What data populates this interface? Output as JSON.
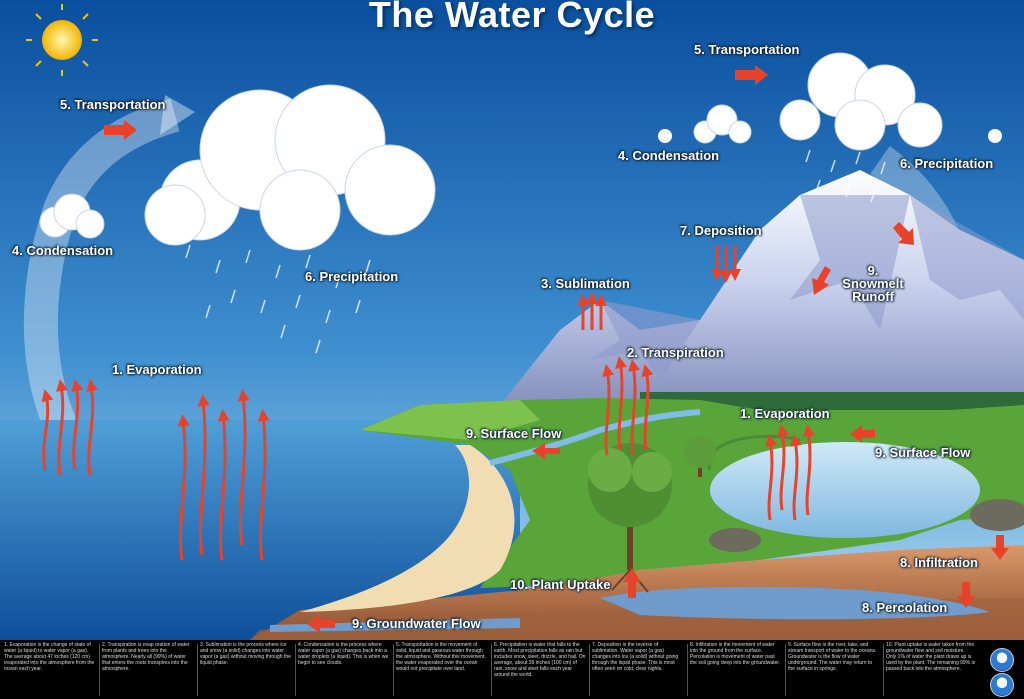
{
  "title": "The Water Cycle",
  "labels": {
    "transportation_left": "5. Transportation",
    "transportation_right": "5. Transportation",
    "condensation_left": "4. Condensation",
    "condensation_right": "4. Condensation",
    "precipitation_left": "6. Precipitation",
    "precipitation_right": "6. Precipitation",
    "evaporation_left": "1. Evaporation",
    "evaporation_right": "1. Evaporation",
    "deposition": "7. Deposition",
    "sublimation": "3. Sublimation",
    "transpiration": "2. Transpiration",
    "snowmelt_runoff": "9. Snowmelt Runoff",
    "surface_flow_left": "9. Surface Flow",
    "surface_flow_right": "9. Surface Flow",
    "infiltration": "8. Infiltration",
    "plant_uptake": "10. Plant Uptake",
    "percolation": "8. Percolation",
    "groundwater_flow": "9. Groundwater Flow"
  },
  "footer": {
    "columns": [
      "1. Evaporation is the change of state of water (a liquid) to water vapor (a gas). The average about 47 inches (120 cm) evaporated into the atmosphere from the ocean each year.",
      "2. Transpiration is evap oration of water from plants and trees into the atmosphere. Nearly all (99%) of water that enters the roots transpires into the atmosphere.",
      "3. Sublimation is the process where ice and snow (a solid) changes into water vapor (a gas) without moving through the liquid phase.",
      "4. Condensation is the process where water vapor (a gas) changes back into a water droplets (a liquid). This is when we begin to see clouds.",
      "5. Transportation is the movement of solid, liquid and gaseous water through the atmosphere. Without this movement, the water evaporated over the ocean would not precipitate over land.",
      "6. Precipitation is water that falls to the earth. Most precipitation falls as rain but includes snow, sleet, drizzle, and hail. On average, about 39 inches (100 cm) of rain, snow and sleet falls each year around the world.",
      "7. Deposition is the reverse of sublimation. Water vapor (a gas) changes into ice (a solid) without going through the liquid phase. This is most often seen on cold, clear nights.",
      "8. Infiltration is the movement of water into the ground from the surface. Percolation is movement of water past the soil going deep into the groundwater.",
      "9. Surface flow is the river, lake, and stream transport of water to the oceans. Groundwater is the flow of water underground. The water may return to the surface in springs.",
      "10. Plant uptake is water taken from the groundwater flow and soil moisture. Only 1% of water the plant draws up is used by the plant. The remaining 99% is passed back into the atmosphere."
    ]
  },
  "icons": [
    "sun-icon",
    "arrow-icon",
    "noaa-logo-icon",
    "nws-logo-icon"
  ],
  "colors": {
    "sky_top": "#0a4f9e",
    "sky_bottom": "#a8d4ee",
    "ocean": "#1f6fbf",
    "arrow_red": "#e8432a",
    "grass": "#5aa53a",
    "soil": "#c7855a",
    "mountain": "#9aa7cf"
  }
}
